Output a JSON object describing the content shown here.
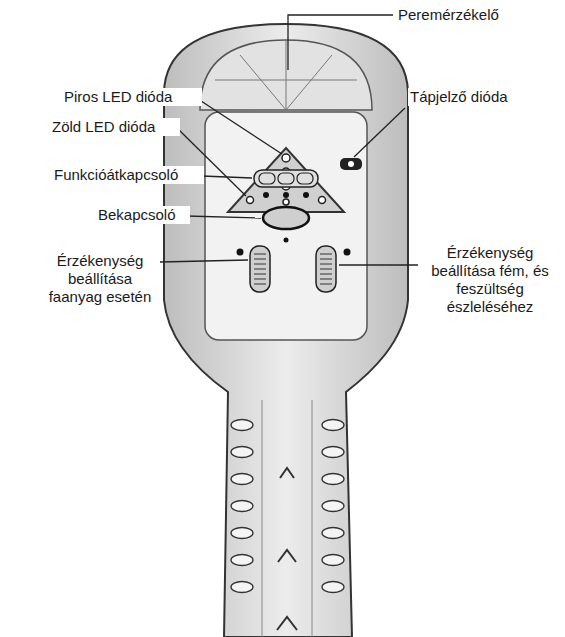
{
  "diagram": {
    "labels": [
      "Peremérzékelő",
      "Piros LED dióda",
      "Tápjelző dióda",
      "Zöld LED dióda",
      "Funkcióátkapcsoló",
      "Bekapcsoló",
      "Érzékenység beállítása fém, és feszültség észleléséhez",
      "Érzékenység beállítása faanyag esetén"
    ]
  }
}
